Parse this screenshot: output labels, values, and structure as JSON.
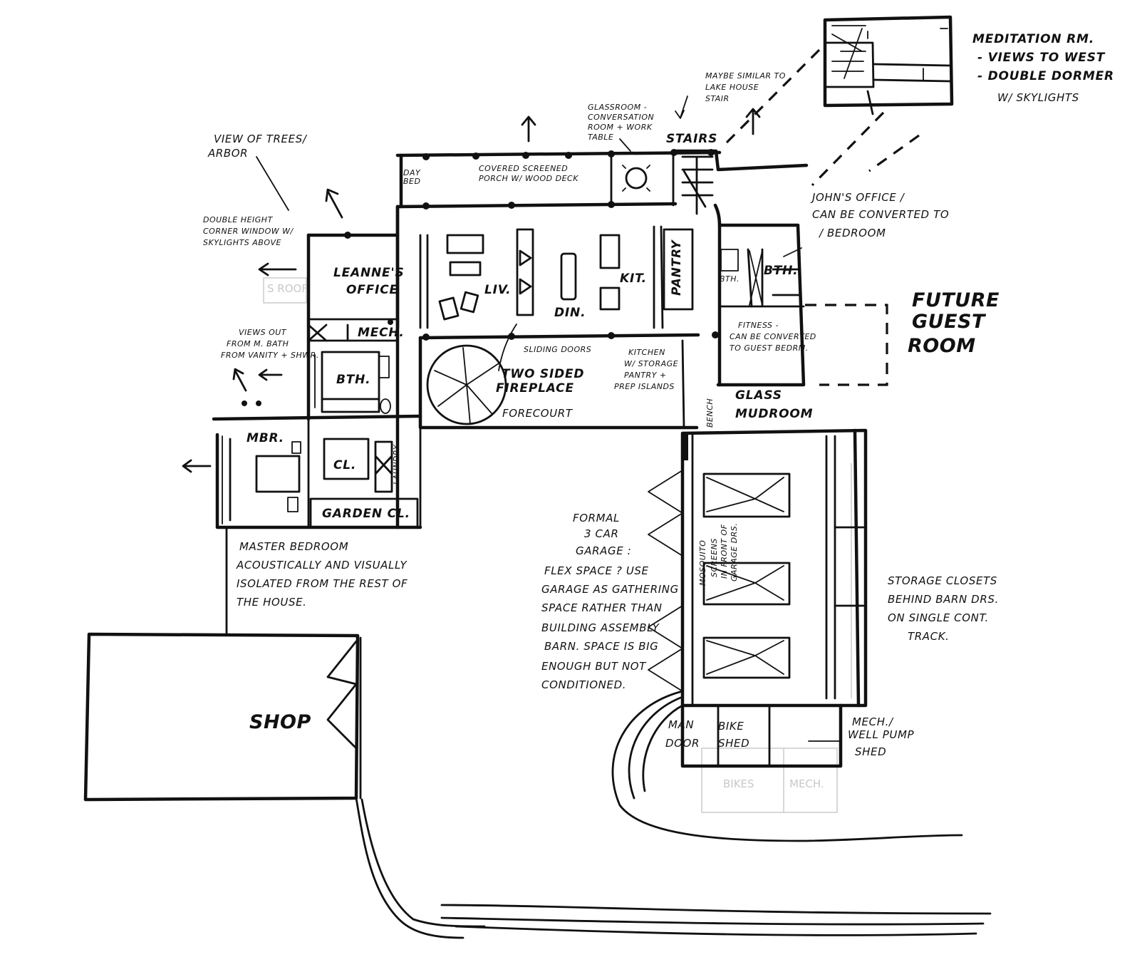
{
  "notes": {
    "meditation": [
      "MEDITATION RM.",
      "- VIEWS TO WEST",
      "- DOUBLE DORMER",
      "W/ SKYLIGHTS"
    ],
    "lake_stair": [
      "MAYBE SIMILAR TO",
      "LAKE HOUSE",
      "STAIR"
    ],
    "glassroom": [
      "GLASSROOM -",
      "CONVERSATION",
      "ROOM + WORK",
      "TABLE"
    ],
    "trees": [
      "VIEW OF TREES/",
      "ARBOR"
    ],
    "corner_window": [
      "DOUBLE HEIGHT",
      "CORNER WINDOW W/",
      "SKYLIGHTS ABOVE"
    ],
    "m_bath_views": [
      "VIEWS OUT",
      "FROM M. BATH",
      "FROM VANITY + SHWR."
    ],
    "johns_office": [
      "JOHN'S OFFICE /",
      "CAN BE CONVERTED TO",
      "/ BEDROOM"
    ],
    "future_guest": [
      "FUTURE",
      "GUEST",
      "ROOM"
    ],
    "kitchen_storage": [
      "KITCHEN",
      "W/ STORAGE",
      "PANTRY +",
      "PREP ISLANDS"
    ],
    "fireplace": [
      "TWO SIDED",
      "FIREPLACE"
    ],
    "fitness": [
      "FITNESS -",
      "CAN BE CONVERTED",
      "TO GUEST BEDRM."
    ],
    "glass_mudroom": [
      "GLASS",
      "MUDROOM"
    ],
    "master": [
      "MASTER BEDROOM",
      "ACOUSTICALLY AND VISUALLY",
      "ISOLATED FROM THE REST OF",
      "THE HOUSE."
    ],
    "garage": [
      "FORMAL",
      "3 CAR",
      "GARAGE :",
      "FLEX SPACE ? USE",
      "GARAGE AS GATHERING",
      "SPACE RATHER THAN",
      "BUILDING ASSEMBLY",
      "BARN. SPACE IS BIG",
      "ENOUGH BUT NOT",
      "CONDITIONED."
    ],
    "mosquito": [
      "MOSQUITO",
      "SCREENS",
      "IN FRONT OF",
      "GARAGE DRS."
    ],
    "storage_closets": [
      "STORAGE CLOSETS",
      "BEHIND BARN DRS.",
      "ON SINGLE CONT.",
      "TRACK."
    ],
    "mech_pump": [
      "MECH./",
      "WELL PUMP",
      "SHED"
    ],
    "porch": [
      "COVERED SCREENED",
      "PORCH W/ WOOD DECK"
    ],
    "day_bed": [
      "DAY",
      "BED"
    ],
    "man_door": [
      "MAN",
      "DOOR"
    ],
    "bike_shed": [
      "BIKE",
      "SHED"
    ]
  },
  "rooms": {
    "stairs": "STAIRS",
    "leannes_office": [
      "LEANNE'S",
      "OFFICE"
    ],
    "mech": "MECH.",
    "bth": "BTH.",
    "bth2": "BTH.",
    "bth3": "BTH.",
    "mbr": "MBR.",
    "cl": "CL.",
    "laundry": "LAUNDRY",
    "garden_cl": "GARDEN CL.",
    "liv": "LIV.",
    "din": "DIN.",
    "kit": "KIT.",
    "pantry": "PANTRY",
    "sliding_doors": "SLIDING DOORS",
    "forecourt": "FORECOURT",
    "bench": "BENCH",
    "shop": "SHOP"
  },
  "ghost_labels": [
    "S ROOF",
    "BIKES",
    "MECH."
  ]
}
